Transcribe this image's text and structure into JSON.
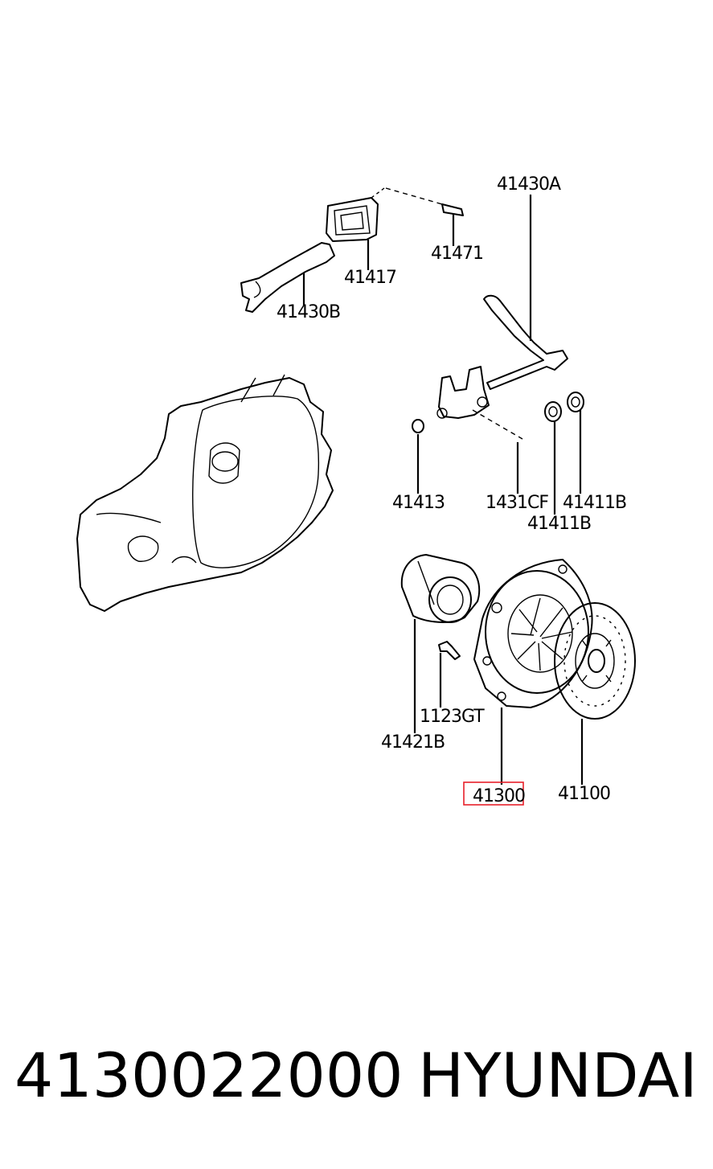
{
  "callouts": {
    "c41430A": "41430A",
    "c41417": "41417",
    "c41471": "41471",
    "c41430B": "41430B",
    "c41413": "41413",
    "c1431CF": "1431CF",
    "c41411B_top": "41411B",
    "c41411B_bottom": "41411B",
    "c41421B": "41421B",
    "c1123GT": "1123GT",
    "c41300": "41300",
    "c41100": "41100"
  },
  "highlight": {
    "label": "41300",
    "color": "#e8202a"
  },
  "caption": {
    "part_number": "4130022000",
    "brand": "HYUNDAI"
  }
}
